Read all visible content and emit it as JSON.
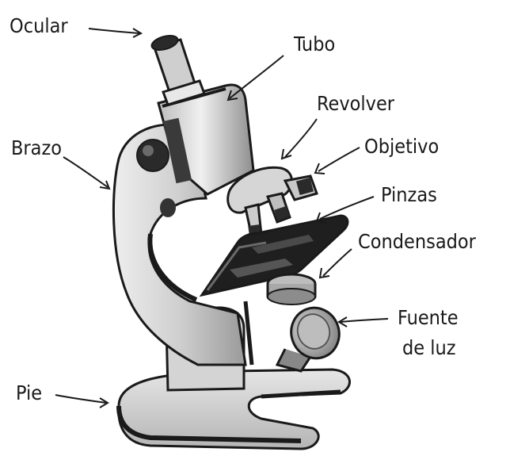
{
  "diagram": {
    "labels": {
      "ocular": "Ocular",
      "tubo": "Tubo",
      "revolver": "Revolver",
      "objetivo": "Objetivo",
      "brazo": "Brazo",
      "pinzas": "Pinzas",
      "condensador": "Condensador",
      "fuente_line1": "Fuente",
      "fuente_line2": "de luz",
      "pie": "Pie"
    },
    "colors": {
      "ink": "#1a1a1a",
      "metal_light": "#d9d9d9",
      "metal_mid": "#a8a8a8",
      "metal_dark": "#3a3a3a",
      "background": "#ffffff"
    }
  }
}
